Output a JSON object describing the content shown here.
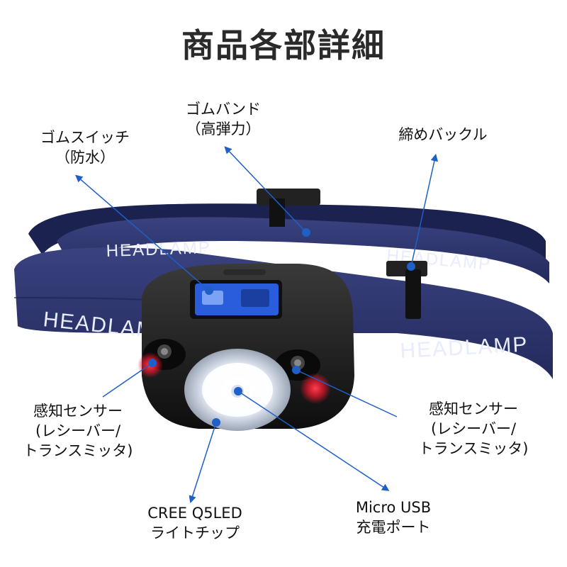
{
  "title": "商品各部詳細",
  "strap_text": "HEADLAMP",
  "colors": {
    "strap": "#2d3468",
    "strap_dark": "#1c2250",
    "strap_text": "#e8ecff",
    "pointer": "#1e5fc8",
    "body": "#1a1a1a",
    "led_blue": "#2f6bff",
    "sensor_red": "#e0182a"
  },
  "labels": {
    "rubber_switch": {
      "line1": "ゴムスイッチ",
      "line2": "（防水）"
    },
    "rubber_band": {
      "line1": "ゴムバンド",
      "line2": "（高弾力）"
    },
    "buckle": {
      "line1": "締めバックル"
    },
    "sensor_left": {
      "line1": "感知センサー",
      "line2": "(レシーバー/",
      "line3": "トランスミッタ)"
    },
    "sensor_right": {
      "line1": "感知センサー",
      "line2": "(レシーバー/",
      "line3": "トランスミッタ)"
    },
    "cree_led": {
      "line1": "CREE Q5LED",
      "line2": "ライトチップ"
    },
    "micro_usb": {
      "line1": "Micro USB",
      "line2": "充電ポート"
    }
  }
}
